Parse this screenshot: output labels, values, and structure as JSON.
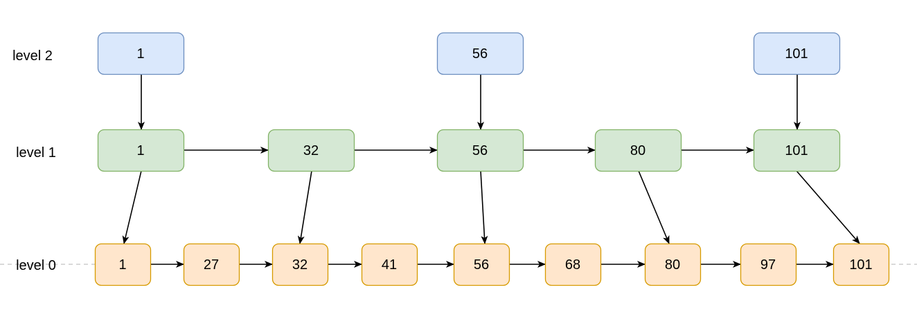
{
  "colors": {
    "level2_fill": "#dae8fc",
    "level2_stroke": "#6c8ebf",
    "level1_fill": "#d5e8d4",
    "level1_stroke": "#82b366",
    "level0_fill": "#ffe6cc",
    "level0_stroke": "#d79b00",
    "arrow": "#000000",
    "baseline": "#b3b3b3"
  },
  "levels": [
    {
      "id": "level2",
      "label": "level 2",
      "nodes": [
        "1",
        "56",
        "101"
      ]
    },
    {
      "id": "level1",
      "label": "level 1",
      "nodes": [
        "1",
        "32",
        "56",
        "80",
        "101"
      ]
    },
    {
      "id": "level0",
      "label": "level 0",
      "nodes": [
        "1",
        "27",
        "32",
        "41",
        "56",
        "68",
        "80",
        "97",
        "101"
      ]
    }
  ]
}
